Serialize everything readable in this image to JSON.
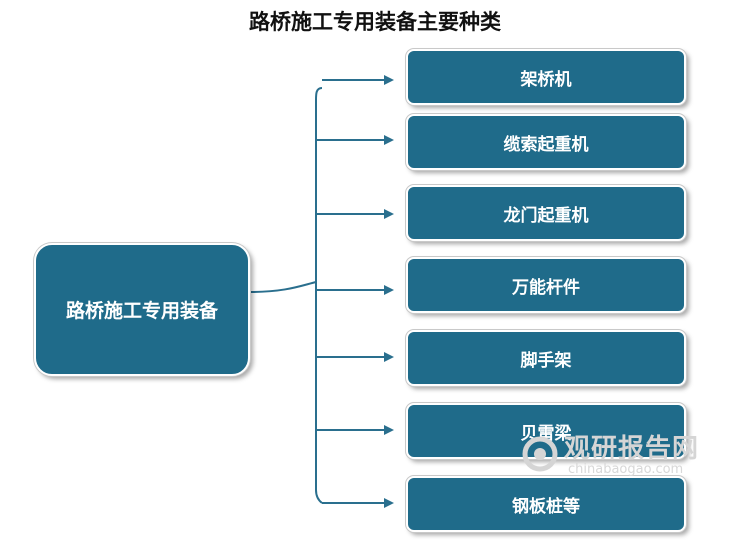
{
  "title": "路桥施工专用装备主要种类",
  "root": {
    "label": "路桥施工专用装备"
  },
  "children": [
    {
      "label": "架桥机"
    },
    {
      "label": "缆索起重机"
    },
    {
      "label": "龙门起重机"
    },
    {
      "label": "万能杆件"
    },
    {
      "label": "脚手架"
    },
    {
      "label": "贝雷梁"
    },
    {
      "label": "钢板桩等"
    }
  ],
  "watermark": {
    "name": "观研报告网",
    "site": "chinabaogao.com"
  },
  "colors": {
    "node_fill": "#1f6b8a",
    "connector": "#2a6f8e",
    "text": "#111111"
  }
}
